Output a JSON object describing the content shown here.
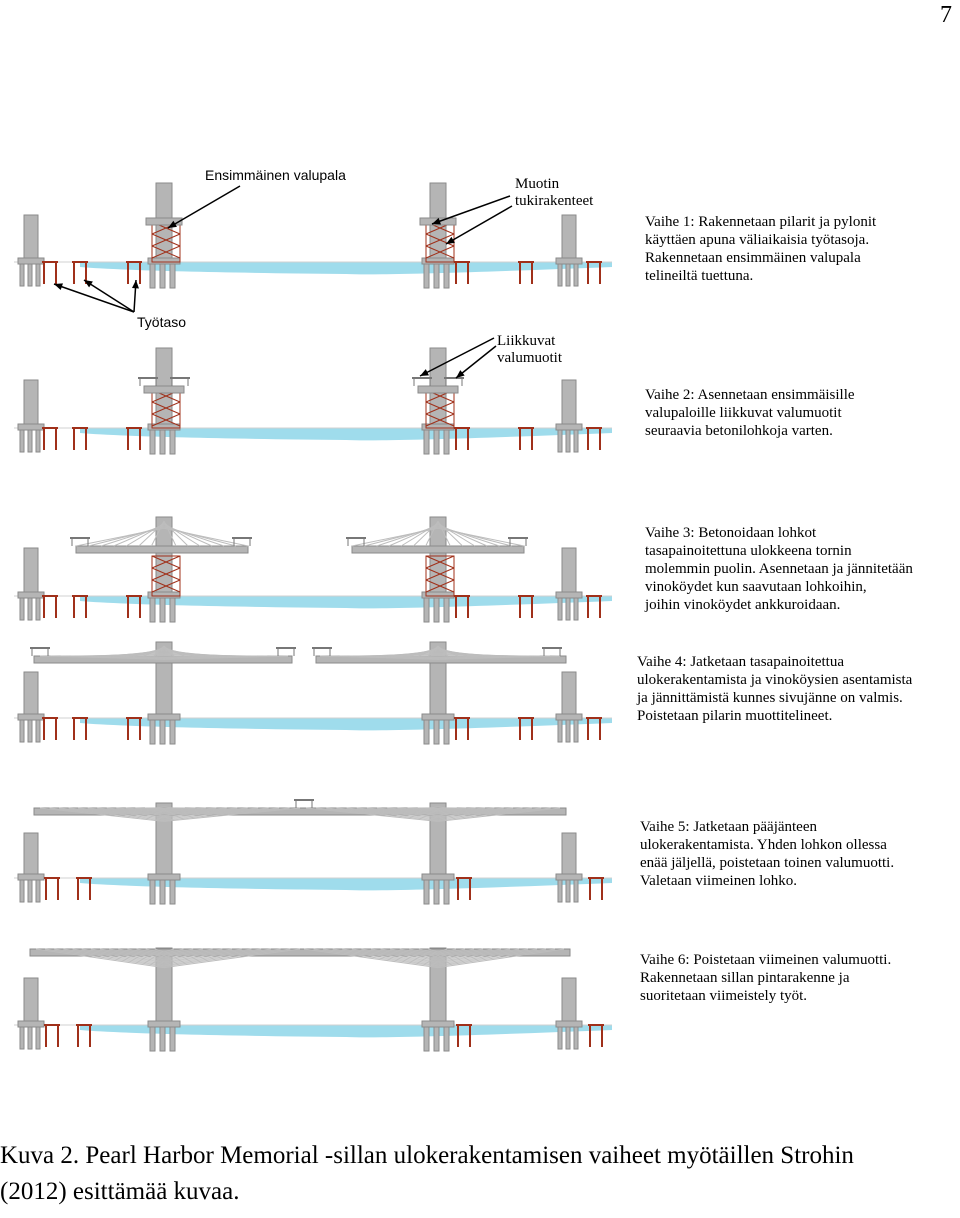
{
  "page_number": "7",
  "callouts": {
    "first_pour": "Ensimmäinen valupala",
    "form_supports": [
      "Muotin",
      "tukirakenteet"
    ],
    "work_platform": "Työtaso",
    "movable_forms": [
      "Liikkuvat",
      "valumuotit"
    ]
  },
  "stages": [
    {
      "lines": [
        "Vaihe 1: Rakennetaan pilarit ja pylonit",
        "käyttäen apuna väliaikaisia työtasoja.",
        "Rakennetaan ensimmäinen valupala",
        "telineiltä tuettuna."
      ]
    },
    {
      "lines": [
        "Vaihe 2: Asennetaan ensimmäisille",
        "valupaloille liikkuvat valumuotit",
        "seuraavia betonilohkoja varten."
      ]
    },
    {
      "lines": [
        "Vaihe 3:  Betonoidaan lohkot",
        "tasapainoitettuna ulokkeena tornin",
        "molemmin puolin. Asennetaan ja jännitetään",
        "vinoköydet kun saavutaan lohkoihin,",
        "joihin vinoköydet ankkuroidaan."
      ]
    },
    {
      "lines": [
        "Vaihe 4: Jatketaan tasapainoitettua",
        "ulokerakentamista ja vinoköysien asentamista",
        "ja jännittämistä kunnes sivujänne on valmis.",
        "Poistetaan pilarin muottitelineet."
      ]
    },
    {
      "lines": [
        "Vaihe 5: Jatketaan pääjänteen",
        "ulokerakentamista. Yhden   lohkon    ollessa",
        "enää jäljellä, poistetaan toinen valumuotti.",
        "Valetaan viimeinen lohko."
      ]
    },
    {
      "lines": [
        "Vaihe 6: Poistetaan viimeinen valumuotti.",
        "Rakennetaan sillan pintarakenne ja",
        "suoritetaan viimeistely työt."
      ]
    }
  ],
  "caption": {
    "line1": "Kuva  2.  Pearl  Harbor  Memorial  -sillan  ulokerakentamisen  vaiheet  myötäillen  Strohin",
    "line2": "(2012) esittämää kuvaa."
  },
  "colors": {
    "water": "#9fdcec",
    "concrete": "#b5b5b5",
    "concrete_edge": "#8a8a8a",
    "scaffold": "#a0301a",
    "cable": "#bdbdbd"
  }
}
